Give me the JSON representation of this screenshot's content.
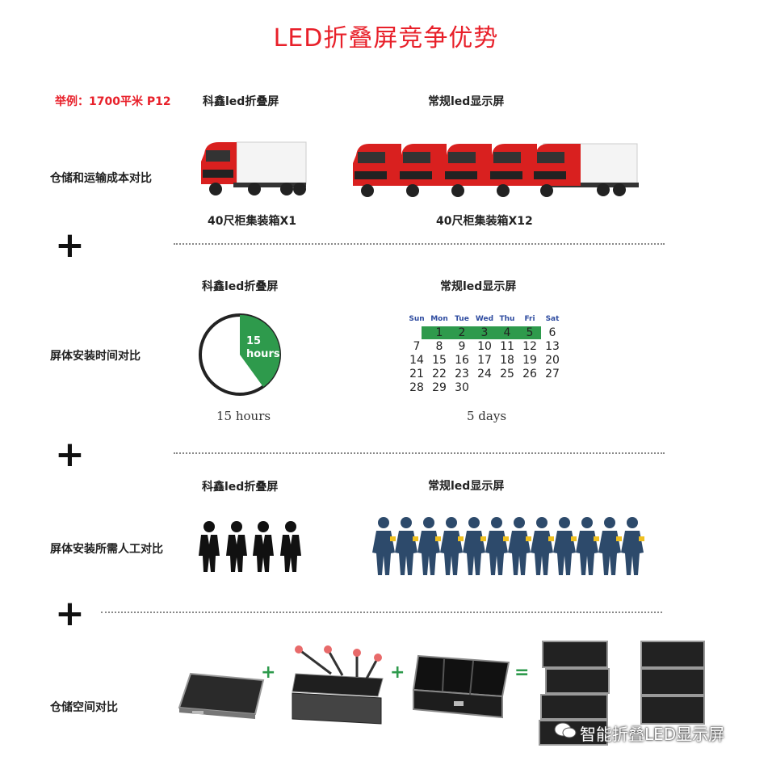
{
  "title": "LED折叠屏竞争优势",
  "example": "举例：1700平米 P12",
  "sections": {
    "transport": {
      "row_label": "仓储和运输成本对比",
      "left_label": "科鑫led折叠屏",
      "right_label": "常规led显示屏",
      "left_caption": "40尺柜集装箱X1",
      "right_caption": "40尺柜集装箱X12"
    },
    "install_time": {
      "row_label": "屏体安装时间对比",
      "left_label": "科鑫led折叠屏",
      "right_label": "常规led显示屏",
      "clock_line1": "15",
      "clock_line2": "hours",
      "left_caption": "15 hours",
      "right_caption": "5 days",
      "calendar": {
        "weekdays": [
          "Sun",
          "Mon",
          "Tue",
          "Wed",
          "Thu",
          "Fri",
          "Sat"
        ],
        "rows": [
          [
            "",
            "1",
            "2",
            "3",
            "4",
            "5",
            "6"
          ],
          [
            "7",
            "8",
            "9",
            "10",
            "11",
            "12",
            "13"
          ],
          [
            "14",
            "15",
            "16",
            "17",
            "18",
            "19",
            "20"
          ],
          [
            "21",
            "22",
            "23",
            "24",
            "25",
            "26",
            "27"
          ],
          [
            "28",
            "29",
            "30",
            "",
            "",
            "",
            ""
          ]
        ],
        "highlight_color": "#2e9a4c"
      }
    },
    "labor": {
      "row_label": "屏体安装所需人工对比",
      "left_label": "科鑫led折叠屏",
      "right_label": "常规led显示屏"
    },
    "storage": {
      "row_label": "仓储空间对比",
      "op_plus_1": "+",
      "op_plus_2": "+",
      "op_equals": "="
    }
  },
  "plus_sign": "+",
  "watermark": "智能折叠LED显示屏",
  "colors": {
    "accent_red": "#e8202a",
    "green": "#2e9a4c",
    "truck_red": "#d9201f",
    "worker_blue": "#2d4a6b"
  }
}
